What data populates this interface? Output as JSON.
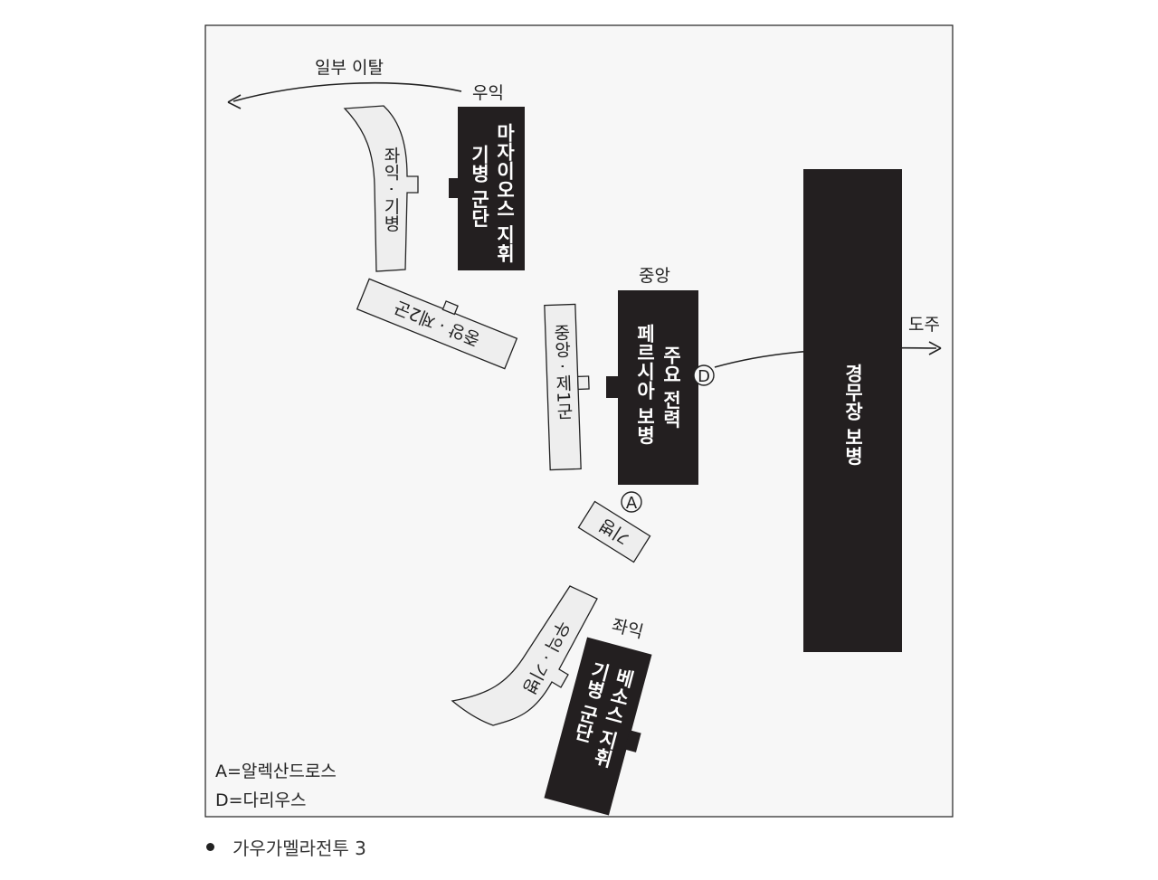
{
  "labels": {
    "partial_breakaway": "일부 이탈",
    "right_wing": "우익",
    "center": "중앙",
    "left_wing": "좌익",
    "flight": "도주"
  },
  "units": {
    "mazaios": [
      "마자이오스 지휘",
      "기병 군단"
    ],
    "persian_main": [
      "주요 전력",
      "페르시아 보병"
    ],
    "light_infantry": "경무장 보병",
    "bessos": [
      "베소스 지휘",
      "기병 군단"
    ],
    "left_wing_cavalry": "좌익 · 기병",
    "center_second_line": "중앙 · 제2군",
    "center_first_line": "중앙 · 제1군",
    "cavalry": "기병",
    "right_wing_cavalry": "우익 · 기병"
  },
  "markers": {
    "alexander": "A",
    "darius": "D"
  },
  "legend": {
    "alexander": "A=알렉산드로스",
    "darius": "D=다리우스"
  },
  "caption": "가우가멜라전투 3",
  "colors": {
    "dark_unit": "#231f20",
    "light_unit": "#eeeeee",
    "frame_bg": "#f7f7f7",
    "stroke": "#222222"
  }
}
